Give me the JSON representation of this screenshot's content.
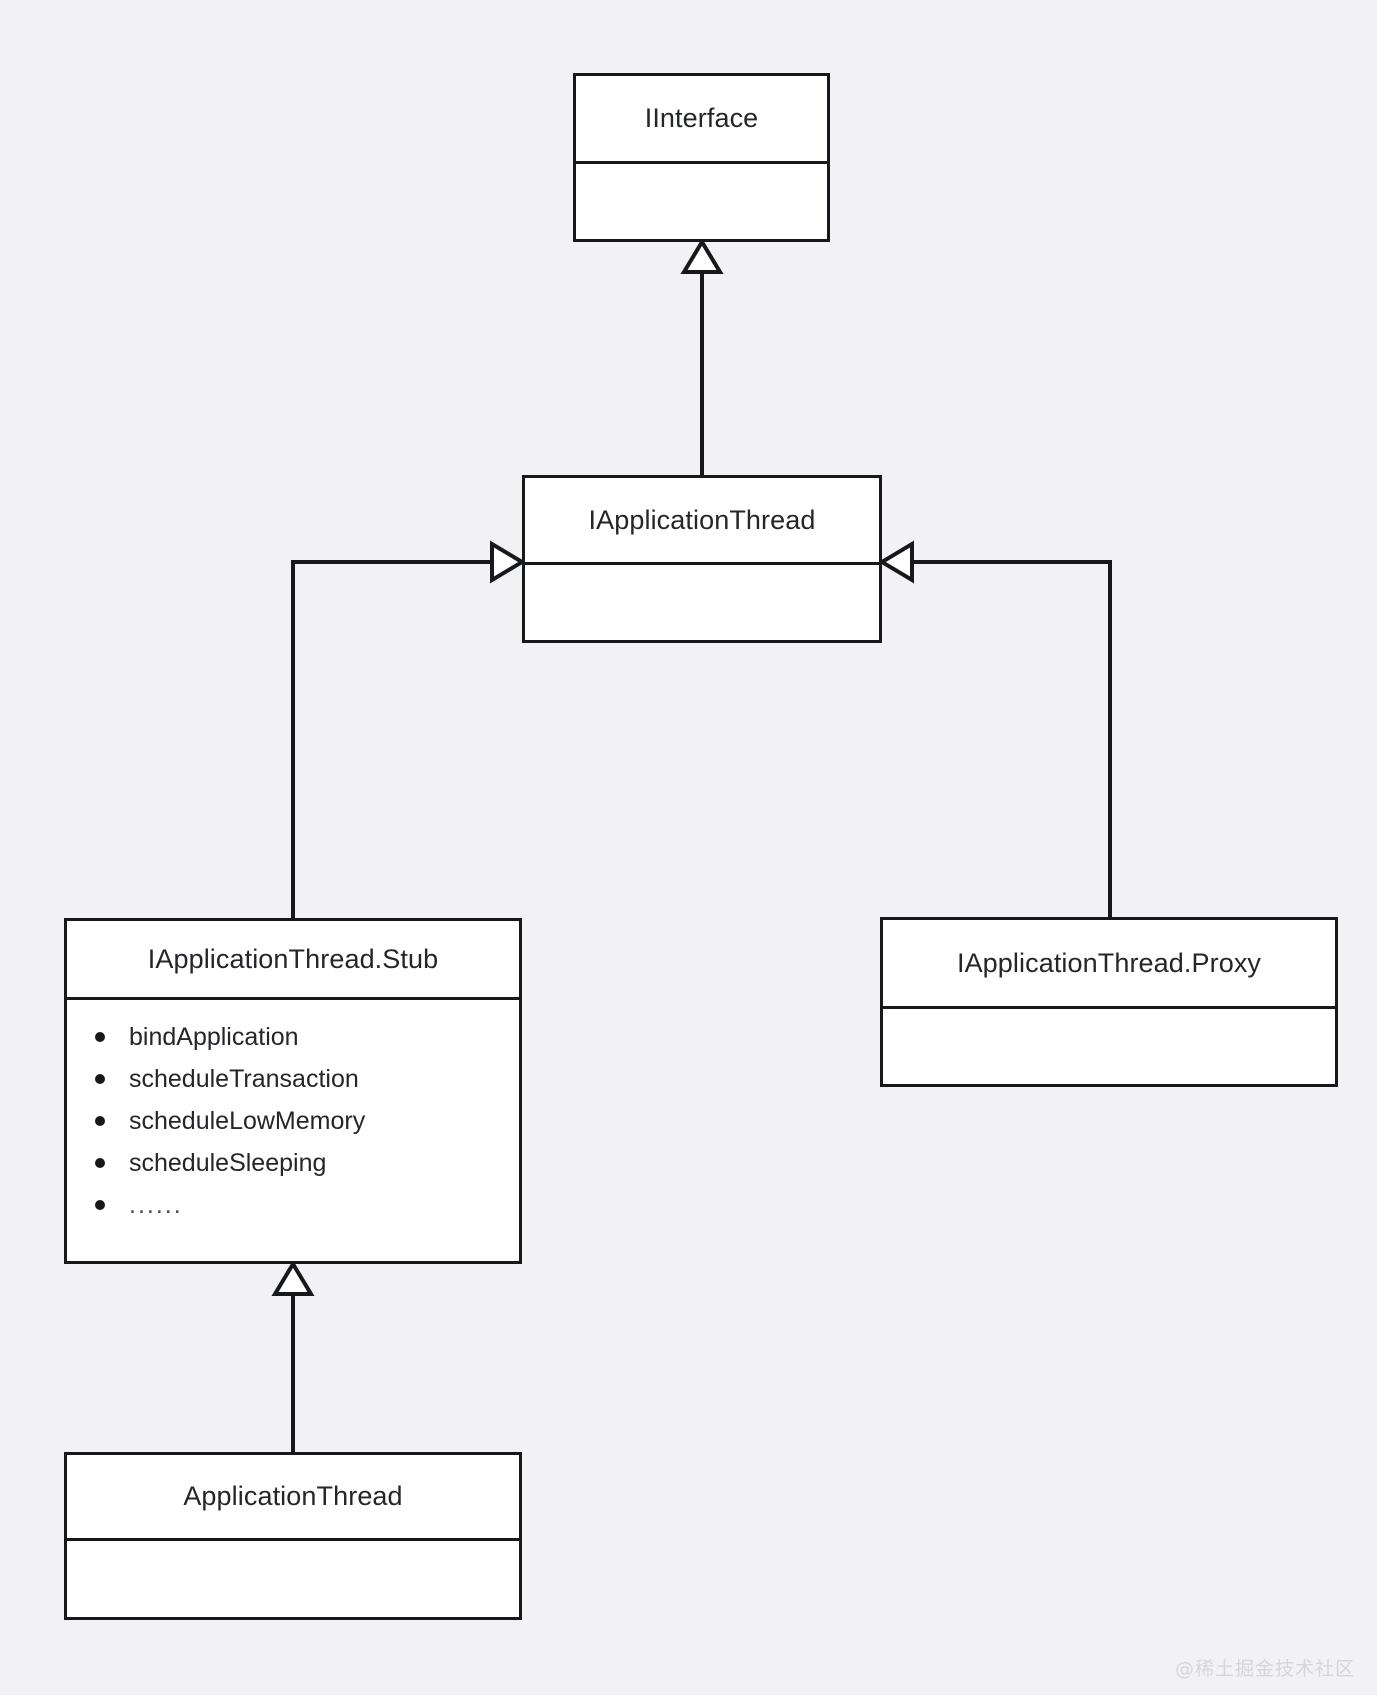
{
  "diagram": {
    "type": "uml-class-diagram",
    "background_color": "#f2f2f4",
    "line_color": "#16181c",
    "box_fill": "#ffffff",
    "classes": [
      {
        "id": "iinterface",
        "name": "IInterface",
        "members": []
      },
      {
        "id": "iapplicationthread",
        "name": "IApplicationThread",
        "members": []
      },
      {
        "id": "stub",
        "name": "IApplicationThread.Stub",
        "members": [
          "bindApplication",
          "scheduleTransaction",
          "scheduleLowMemory",
          "scheduleSleeping",
          "......"
        ]
      },
      {
        "id": "proxy",
        "name": "IApplicationThread.Proxy",
        "members": []
      },
      {
        "id": "applicationthread",
        "name": "ApplicationThread",
        "members": []
      }
    ],
    "relations": [
      {
        "from": "iapplicationthread",
        "to": "iinterface",
        "kind": "generalization",
        "arrow": "hollow-triangle-up"
      },
      {
        "from": "stub",
        "to": "iapplicationthread",
        "kind": "realization",
        "arrow": "hollow-triangle-right"
      },
      {
        "from": "proxy",
        "to": "iapplicationthread",
        "kind": "realization",
        "arrow": "hollow-triangle-left"
      },
      {
        "from": "applicationthread",
        "to": "stub",
        "kind": "generalization",
        "arrow": "hollow-triangle-up"
      }
    ]
  },
  "watermark": {
    "text": "@稀土掘金技术社区",
    "color": "#d6d6d9"
  }
}
